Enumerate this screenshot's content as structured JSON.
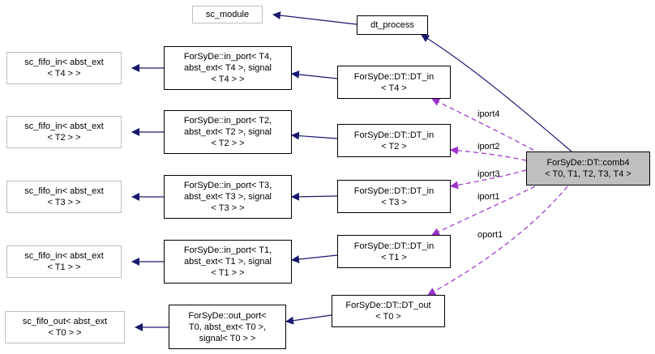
{
  "nodes": {
    "sc_module": [
      "sc_module"
    ],
    "dt_process": [
      "dt_process"
    ],
    "fifo_in_t4": [
      "sc_fifo_in< abst_ext",
      "< T4 > >"
    ],
    "fifo_in_t2": [
      "sc_fifo_in< abst_ext",
      "< T2 > >"
    ],
    "fifo_in_t3": [
      "sc_fifo_in< abst_ext",
      "< T3 > >"
    ],
    "fifo_in_t1": [
      "sc_fifo_in< abst_ext",
      "< T1 > >"
    ],
    "fifo_out_t0": [
      "sc_fifo_out< abst_ext",
      "< T0 > >"
    ],
    "in_port_t4": [
      "ForSyDe::in_port< T4,",
      "abst_ext< T4 >, signal",
      "< T4 > >"
    ],
    "in_port_t2": [
      "ForSyDe::in_port< T2,",
      "abst_ext< T2 >, signal",
      "< T2 > >"
    ],
    "in_port_t3": [
      "ForSyDe::in_port< T3,",
      "abst_ext< T3 >, signal",
      "< T3 > >"
    ],
    "in_port_t1": [
      "ForSyDe::in_port< T1,",
      "abst_ext< T1 >, signal",
      "< T1 > >"
    ],
    "out_port_t0": [
      "ForSyDe::out_port<",
      "T0, abst_ext< T0 >,",
      "signal< T0 > >"
    ],
    "dt_in_t4": [
      "ForSyDe::DT::DT_in",
      "< T4 >"
    ],
    "dt_in_t2": [
      "ForSyDe::DT::DT_in",
      "< T2 >"
    ],
    "dt_in_t3": [
      "ForSyDe::DT::DT_in",
      "< T3 >"
    ],
    "dt_in_t1": [
      "ForSyDe::DT::DT_in",
      "< T1 >"
    ],
    "dt_out_t0": [
      "ForSyDe::DT::DT_out",
      "< T0 >"
    ],
    "comb4": [
      "ForSyDe::DT::comb4",
      "< T0, T1, T2, T3, T4 >"
    ]
  },
  "edge_labels": {
    "iport4": "iport4",
    "iport2": "iport2",
    "iport3": "iport3",
    "iport1": "iport1",
    "oport1": "oport1"
  },
  "colors": {
    "inheritance_edge": "#191970",
    "usage_edge": "#9a32cd",
    "external_border": "#bfbfbf",
    "focus_fill": "#bfbfbf"
  }
}
